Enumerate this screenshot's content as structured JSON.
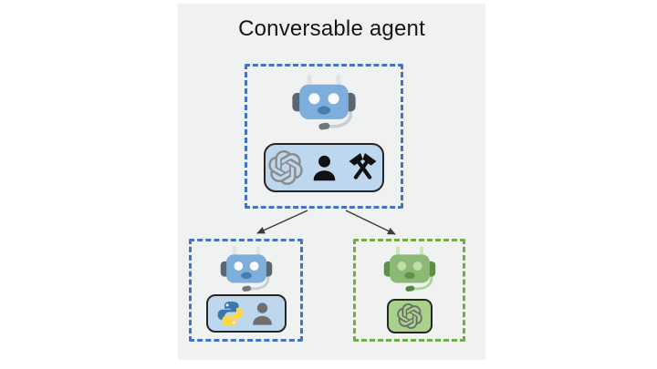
{
  "title": "Conversable agent",
  "colors": {
    "page-bg": "#ffffff",
    "panel-bg": "#f0f1f1",
    "title-color": "#161616",
    "blue-dash": "#4472c4",
    "green-dash": "#70ad47",
    "pill-blue": "#bdd7ee",
    "pill-green": "#a9d18c",
    "pill-border": "#262626",
    "arrow": "#3c3c3c",
    "openai-gray": "#8c8c8c",
    "openai-dark": "#6b6b6b",
    "person-black": "#111111",
    "person-gray": "#6f6f6f",
    "python-blue": "#3b77a8",
    "python-yellow": "#ffd845",
    "robot-blue-head": "#7eaedc",
    "robot-blue-ear": "#5b6770",
    "robot-blue-eye": "#fafbfc",
    "robot-blue-mouth": "#4b7cb0",
    "robot-blue-antenna": "#e2e5e8",
    "robot-blue-arm": "#c9ced3",
    "robot-blue-mic": "#6e7680",
    "robot-green-head": "#8cba74",
    "robot-green-ear": "#5d8f48",
    "robot-green-eye": "#bfdfa6",
    "robot-green-mouth": "#639348",
    "robot-green-antenna": "#c9e8b8",
    "robot-green-arm": "#a9d893",
    "robot-green-mic": "#4f8540"
  },
  "nodes": {
    "parent": {
      "label": "conversable-agent",
      "robot": "assistant-robot-blue-headset",
      "capabilities": [
        "openai-llm",
        "human",
        "tools"
      ]
    },
    "left_child": {
      "label": "agent-with-code-and-human",
      "robot": "assistant-robot-blue-headset",
      "capabilities": [
        "python-code-execution",
        "human"
      ]
    },
    "right_child": {
      "label": "agent-with-llm",
      "robot": "assistant-robot-green-headset",
      "capabilities": [
        "openai-llm"
      ]
    }
  }
}
